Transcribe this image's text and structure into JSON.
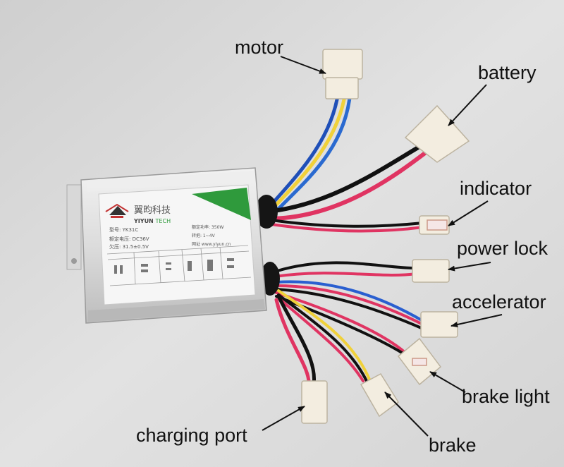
{
  "background": "#d9d9d9",
  "controller": {
    "brand_cn": "翼昀科技",
    "brand_en_1": "YIYUN",
    "brand_en_2": "TECH",
    "model_line": "型号: YK31C",
    "voltage_line": "额定电压: DC36V",
    "undervoltage_line": "欠压: 31.5±0.5V",
    "power_line": "额定功率: 350W",
    "throttle_line": "转把: 1~4V",
    "website_line": "网址 www.yiyun.cn",
    "accent_color": "#2f9a3c"
  },
  "labels": {
    "motor": "motor",
    "battery": "battery",
    "indicator": "indicator",
    "power_lock": "power lock",
    "accelerator": "accelerator",
    "brake_light": "brake light",
    "brake": "brake",
    "charging_port": "charging port"
  }
}
